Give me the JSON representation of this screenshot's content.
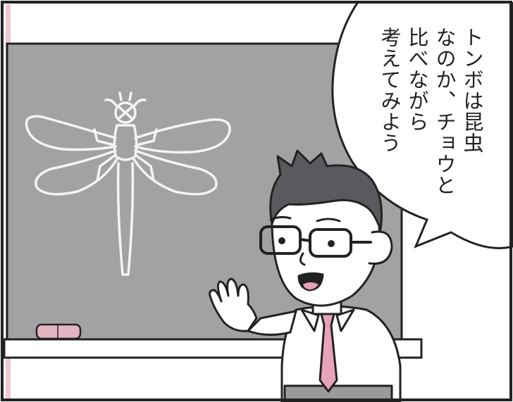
{
  "speech_bubble": {
    "lines": [
      "トンボは昆虫",
      "なのか、チョウと",
      "比べながら",
      "考えてみよう"
    ]
  },
  "colors": {
    "background": "#ffffff",
    "chalkboard": "#a2a2a5",
    "chalk": "#f4f4f4",
    "wall_stripe": "#f0c8d2",
    "eraser": "#e3b4c2",
    "hair": "#5a5a5e",
    "necktie": "#e7a3b9",
    "pants": "#9a9a9a",
    "outline": "#222222"
  },
  "icons": {
    "board_drawing": "dragonfly-drawing",
    "eraser": "chalkboard-eraser",
    "character": "teacher-with-glasses"
  }
}
